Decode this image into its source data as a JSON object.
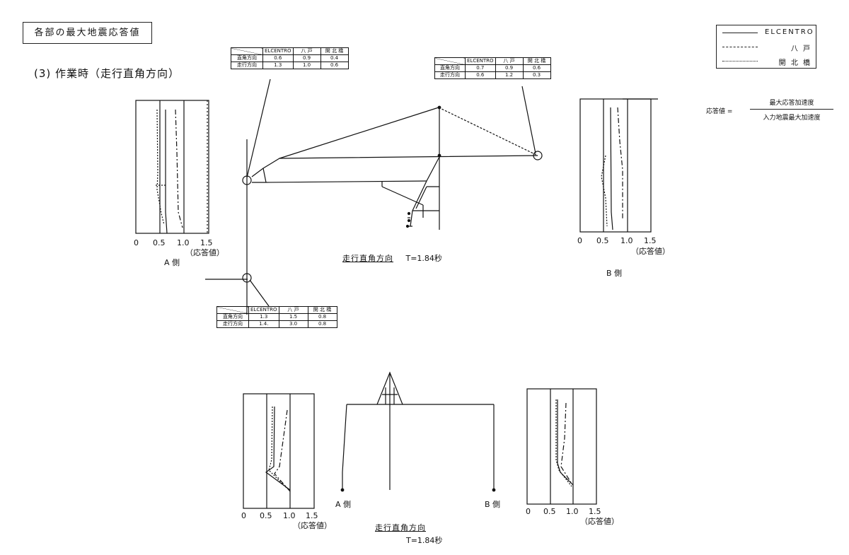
{
  "header": {
    "title": "各部の最大地震応答値",
    "subtitle": "(3)  作業時（走行直角方向）"
  },
  "legend": [
    {
      "label": "ELCENTRO",
      "style": "solid"
    },
    {
      "label": "八    戸",
      "style": "dash-dot"
    },
    {
      "label": "開 北 橋",
      "style": "dotted"
    }
  ],
  "formula": {
    "lhs": "応答値  =",
    "numerator": "最大応答加速度",
    "denominator": "入力地震最大加速度"
  },
  "tables": {
    "header": [
      "ELCENTRO",
      "八    戸",
      "開 北 橋"
    ],
    "row_labels": [
      "直角方向",
      "走行方向"
    ],
    "top_left": {
      "rows": [
        [
          "0.6",
          "0.9",
          "0.4"
        ],
        [
          "1.3",
          "1.0",
          "0.6"
        ]
      ]
    },
    "top_right": {
      "rows": [
        [
          "0.7",
          "0.9",
          "0.6"
        ],
        [
          "0.6",
          "1.2",
          "0.3"
        ]
      ]
    },
    "middle": {
      "rows": [
        [
          "1.3",
          "1.5",
          "0.8"
        ],
        [
          "1.4.",
          "3.0",
          "0.8"
        ]
      ]
    }
  },
  "charts": {
    "tick_labels": [
      "0",
      "0.5",
      "1.0",
      "1.5"
    ],
    "axis_unit": "（応答値）",
    "upper_left_label": "A 側",
    "upper_right_label": "B 側",
    "lower_left_label": "A 側",
    "lower_right_label": "B 側"
  },
  "captions": {
    "upper": {
      "text": "走行直角方向",
      "period": "T=1.84秒"
    },
    "lower": {
      "text": "走行直角方向",
      "period": "T=1.84秒"
    }
  },
  "colors": {
    "ink": "#111111",
    "background": "#ffffff"
  }
}
